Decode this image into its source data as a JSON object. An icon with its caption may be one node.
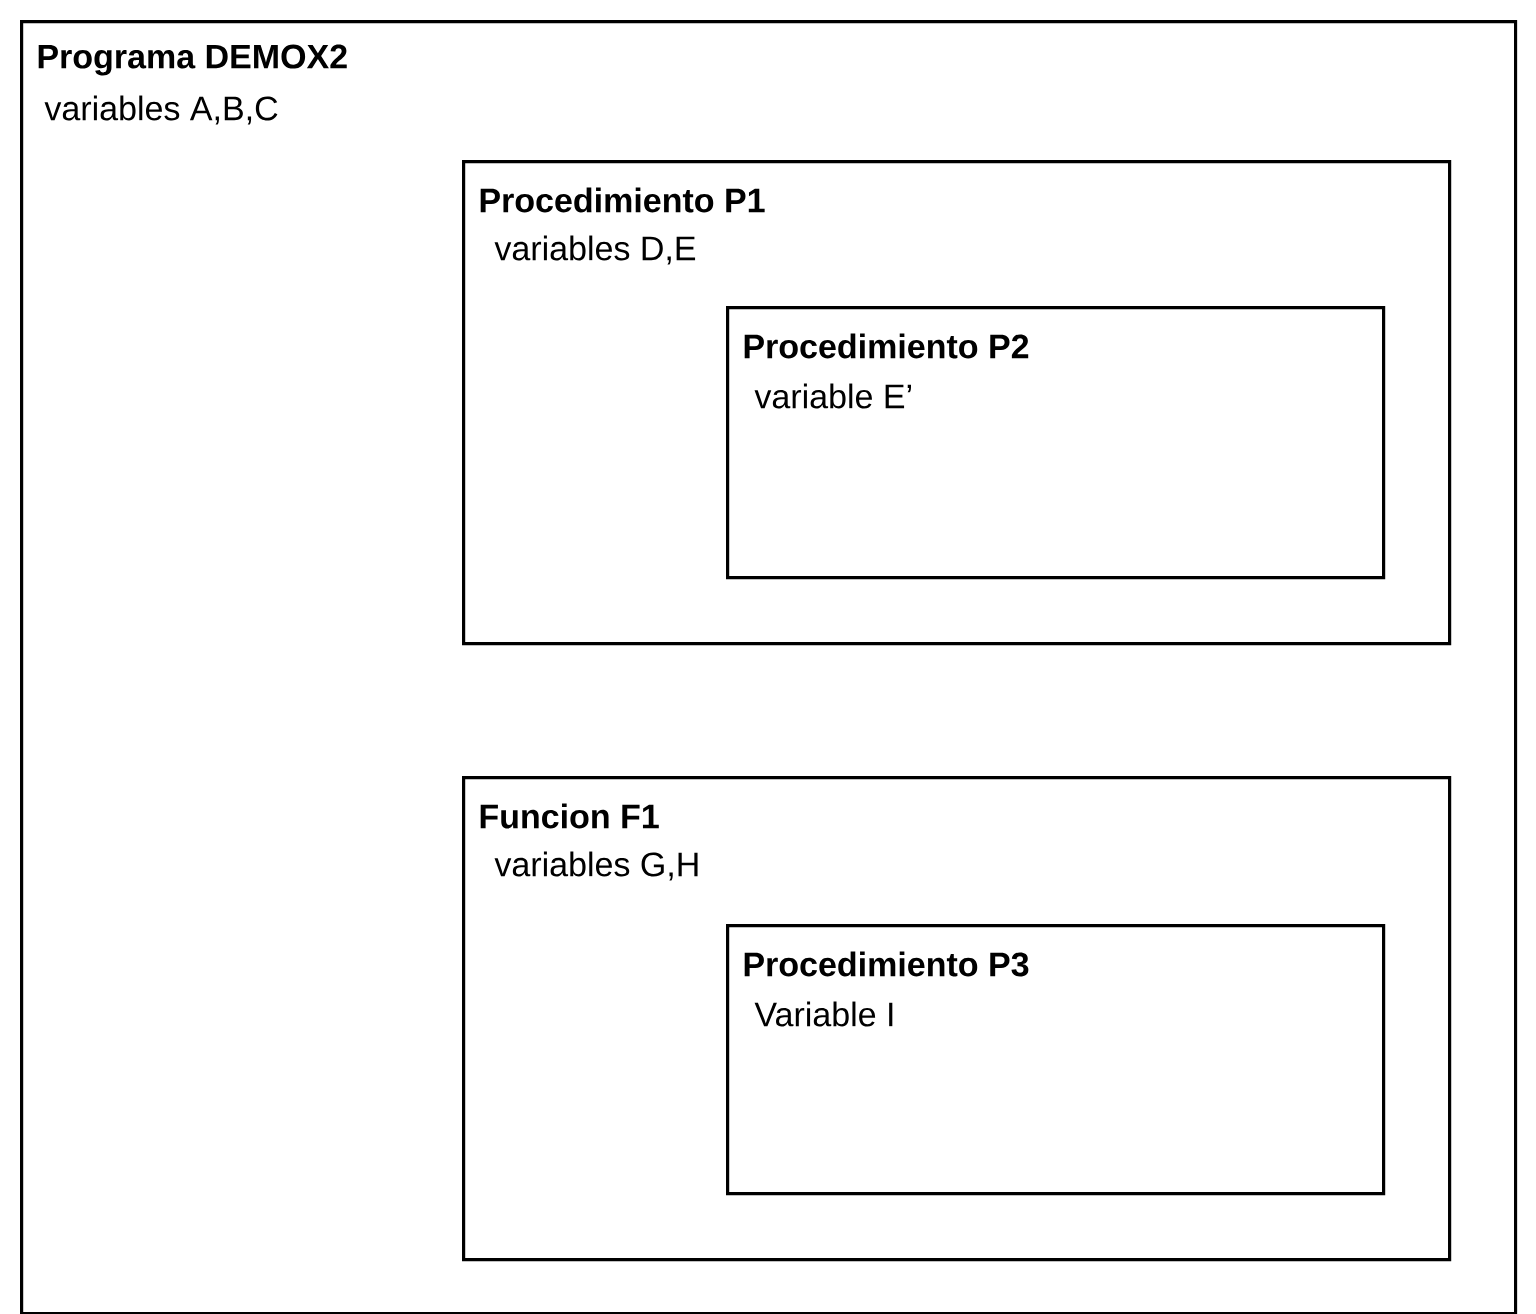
{
  "diagram": {
    "nodes": [
      {
        "text": [
          "Programa DEMOX2",
          "variables A,B,C"
        ]
      },
      {
        "text": [
          "Procedimiento P1",
          "variables D,E"
        ],
        "in": 0
      },
      {
        "text": [
          "Procedimiento P2",
          "variable E’"
        ],
        "in": 1
      },
      {
        "text": [
          "Funcion F1",
          "variables G,H"
        ],
        "in": 0
      },
      {
        "text": [
          "Procedimiento P3",
          "Variable I"
        ],
        "in": 3
      }
    ]
  }
}
